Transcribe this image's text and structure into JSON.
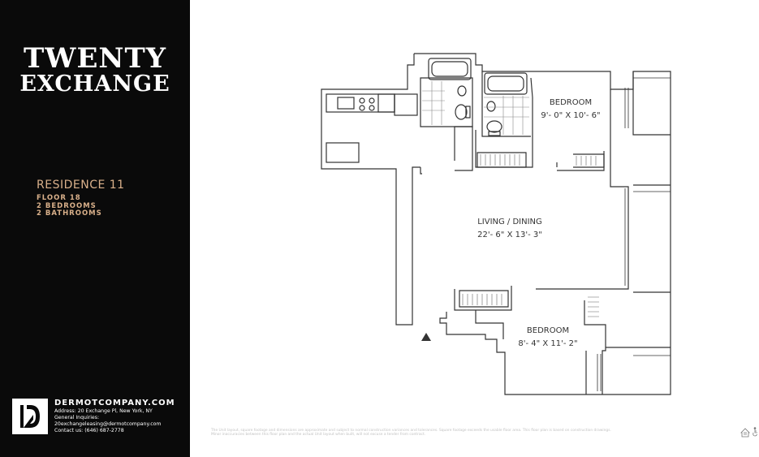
{
  "brand": {
    "line1": "TWENTY",
    "line2": "EXCHANGE"
  },
  "residence": {
    "title": "RESIDENCE 11",
    "floor": "FLOOR 18",
    "bedrooms": "2 BEDROOMS",
    "bathrooms": "2 BATHROOMS"
  },
  "contact": {
    "company": "DERMOTCOMPANY.COM",
    "address": "Address: 20 Exchange Pl, New York, NY",
    "inquiries_label": "General Inquiries:",
    "email": "20exchangeleasing@dermotcompany.com",
    "phone": "Contact us: (646) 687-2778"
  },
  "rooms": {
    "bedroom1": {
      "name": "BEDROOM",
      "dims": "9'- 0\" X 10'- 6\""
    },
    "living": {
      "name": "LIVING / DINING",
      "dims": "22'- 6\" X 13'- 3\""
    },
    "bedroom2": {
      "name": "BEDROOM",
      "dims": "8'- 4\" X 11'- 2\""
    }
  },
  "disclaimer": {
    "line1": "The Unit layout, square footage and dimensions are approximate and subject to normal construction variances and tolerances. Square footage exceeds the usable floor area. This floor plan is based on construction drawings.",
    "line2": "Minor inaccuracies between this floor plan and the actual Unit layout when built, will not excuse a tender from contract."
  },
  "colors": {
    "sidebar": "#0a0a0a",
    "accent": "#d9b08a",
    "line": "#333333"
  },
  "icons": [
    "dermot-logo-icon",
    "equal-housing-icon",
    "accessibility-icon",
    "entry-arrow-icon"
  ]
}
